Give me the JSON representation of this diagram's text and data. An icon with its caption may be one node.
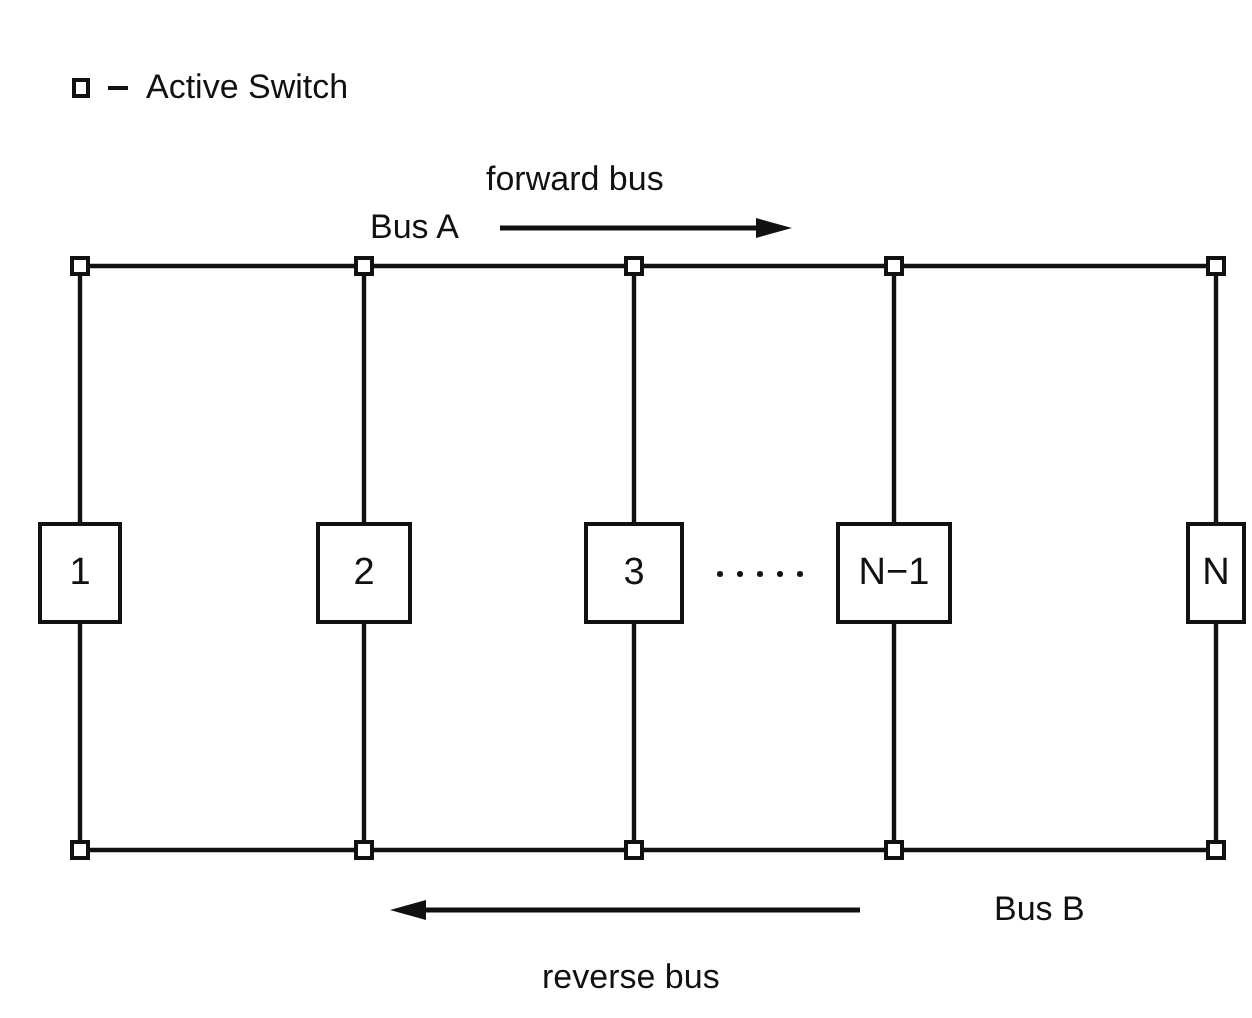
{
  "diagram": {
    "nodes": [
      {
        "text": [],
        "shape": "box"
      },
      {
        "text": [],
        "shape": "box"
      },
      {
        "text": [],
        "shape": "box"
      },
      {
        "text": [],
        "shape": "box"
      },
      {
        "text": [],
        "shape": "box"
      },
      {
        "text": [
          "1"
        ]
      },
      {
        "text": [
          "2"
        ]
      },
      {
        "text": [
          "3"
        ]
      },
      {
        "text": [
          "N−1"
        ]
      },
      {
        "text": [
          "N"
        ]
      },
      {
        "text": [],
        "shape": "box"
      },
      {
        "text": [],
        "shape": "box"
      },
      {
        "text": [],
        "shape": "box"
      },
      {
        "text": [],
        "shape": "box"
      },
      {
        "text": [],
        "shape": "box"
      }
    ],
    "edges": [
      {
        "from": 0,
        "to": 1,
        "arrow": "none"
      },
      {
        "from": 1,
        "to": 2,
        "arrow": "none"
      },
      {
        "from": 2,
        "to": 3,
        "arrow": "none"
      },
      {
        "from": 3,
        "to": 4,
        "arrow": "none"
      },
      {
        "from": 0,
        "to": 5,
        "arrow": "none"
      },
      {
        "from": 1,
        "to": 6,
        "arrow": "none"
      },
      {
        "from": 2,
        "to": 7,
        "arrow": "none"
      },
      {
        "from": 3,
        "to": 8,
        "arrow": "none"
      },
      {
        "from": 4,
        "to": 9,
        "arrow": "none"
      },
      {
        "from": 5,
        "to": 10,
        "arrow": "none"
      },
      {
        "from": 6,
        "to": 11,
        "arrow": "none"
      },
      {
        "from": 7,
        "to": 12,
        "arrow": "none"
      },
      {
        "from": 8,
        "to": 13,
        "arrow": "none"
      },
      {
        "from": 9,
        "to": 14,
        "arrow": "none"
      },
      {
        "from": 10,
        "to": 11,
        "arrow": "none"
      },
      {
        "from": 11,
        "to": 12,
        "arrow": "none"
      },
      {
        "from": 12,
        "to": 13,
        "arrow": "none"
      },
      {
        "from": 13,
        "to": 14,
        "arrow": "none"
      }
    ],
    "labels": [
      "forward bus",
      "Bus A",
      "Bus B",
      "reverse bus"
    ],
    "legend": [
      {
        "text": "Active Switch"
      }
    ]
  }
}
